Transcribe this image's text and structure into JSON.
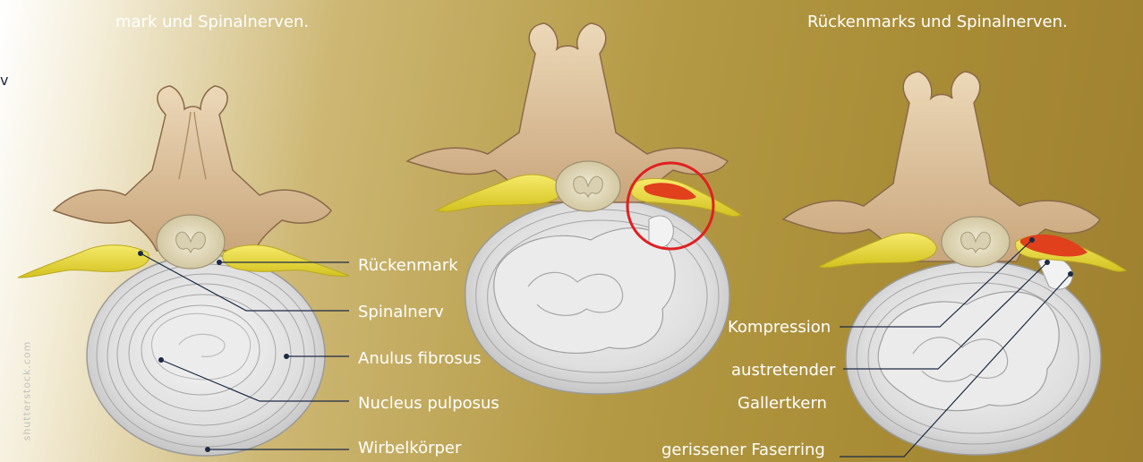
{
  "captions": {
    "left": "mark und Spinalnerven.",
    "right": "Rückenmarks und Spinalnerven."
  },
  "edge_fragment": "v",
  "watermark": "shutterstock.com",
  "labels_left": {
    "rueckenmark": "Rückenmark",
    "spinalnerv": "Spinalnerv",
    "anulus": "Anulus fibrosus",
    "nucleus": "Nucleus pulposus",
    "wirbelkoerper": "Wirbelkörper"
  },
  "labels_right": {
    "kompression": "Kompression",
    "austretender_line1": "austretender",
    "austretender_line2": "Gallertkern",
    "faserring": "gerissener Faserring"
  },
  "colors": {
    "bone": "#dcc3a0",
    "disc": "#e2e2e2",
    "nerve": "#e9d834",
    "compression": "#e0401c",
    "highlight_circle": "#e02020",
    "leader_line": "#1c2a44"
  }
}
